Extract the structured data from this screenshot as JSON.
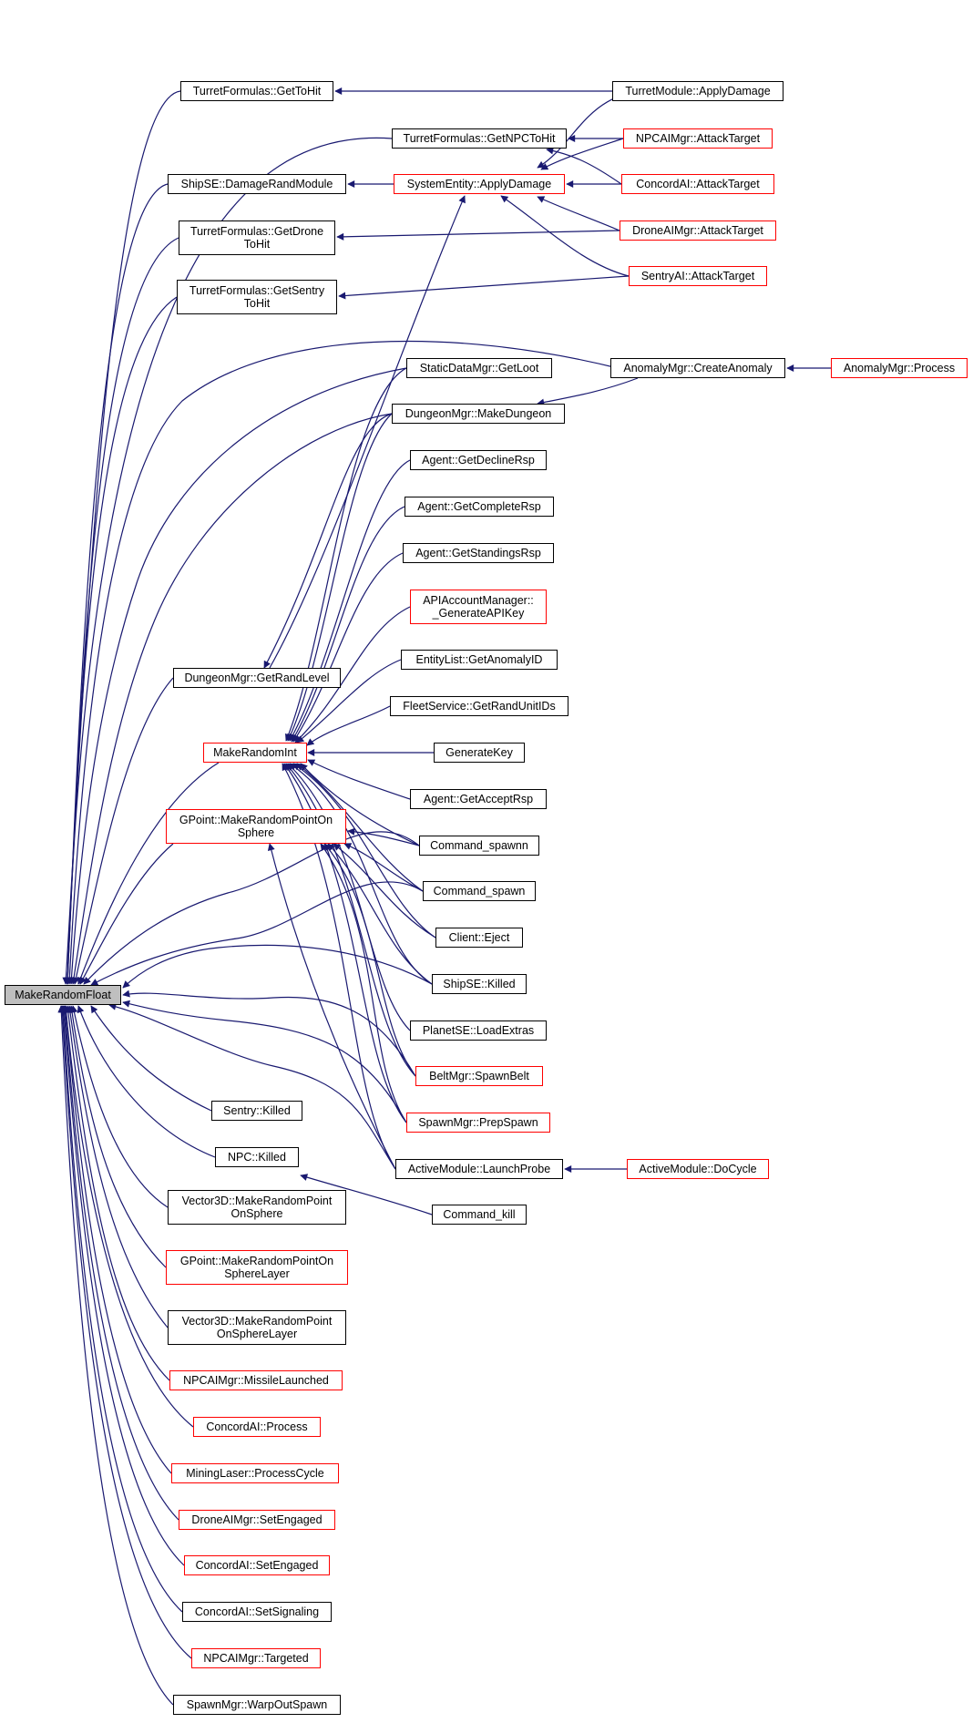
{
  "colors": {
    "edge": "#191970",
    "border_default": "#000000",
    "border_red": "#ff0000",
    "root_fill": "#bfbfbf"
  },
  "nodes": {
    "make_random_float": {
      "label": "MakeRandomFloat"
    },
    "turret_get_to_hit": {
      "label": "TurretFormulas::GetToHit"
    },
    "turret_get_npc_to_hit": {
      "label": "TurretFormulas::GetNPCToHit"
    },
    "ship_damage_rand_module": {
      "label": "ShipSE::DamageRandModule"
    },
    "system_entity_apply_damage": {
      "label": "SystemEntity::ApplyDamage"
    },
    "turret_get_drone_to_hit": {
      "label": "TurretFormulas::GetDrone\nToHit"
    },
    "turret_get_sentry_to_hit": {
      "label": "TurretFormulas::GetSentry\nToHit"
    },
    "turret_module_apply_damage": {
      "label": "TurretModule::ApplyDamage"
    },
    "npcai_attack_target": {
      "label": "NPCAIMgr::AttackTarget"
    },
    "concord_attack_target": {
      "label": "ConcordAI::AttackTarget"
    },
    "droneai_attack_target": {
      "label": "DroneAIMgr::AttackTarget"
    },
    "sentry_attack_target": {
      "label": "SentryAI::AttackTarget"
    },
    "static_data_get_loot": {
      "label": "StaticDataMgr::GetLoot"
    },
    "anomaly_create_anomaly": {
      "label": "AnomalyMgr::CreateAnomaly"
    },
    "anomaly_process": {
      "label": "AnomalyMgr::Process"
    },
    "dungeon_make_dungeon": {
      "label": "DungeonMgr::MakeDungeon"
    },
    "agent_get_decline_rsp": {
      "label": "Agent::GetDeclineRsp"
    },
    "agent_get_complete_rsp": {
      "label": "Agent::GetCompleteRsp"
    },
    "agent_get_standings_rsp": {
      "label": "Agent::GetStandingsRsp"
    },
    "api_generate_api_key": {
      "label": "APIAccountManager::\n_GenerateAPIKey"
    },
    "entity_list_get_anomaly_id": {
      "label": "EntityList::GetAnomalyID"
    },
    "fleet_get_rand_unit_ids": {
      "label": "FleetService::GetRandUnitIDs"
    },
    "dungeon_get_rand_level": {
      "label": "DungeonMgr::GetRandLevel"
    },
    "make_random_int": {
      "label": "MakeRandomInt"
    },
    "generate_key": {
      "label": "GenerateKey"
    },
    "agent_get_accept_rsp": {
      "label": "Agent::GetAcceptRsp"
    },
    "gpoint_make_random_point_on_sphere": {
      "label": "GPoint::MakeRandomPointOn\nSphere"
    },
    "command_spawnn": {
      "label": "Command_spawnn"
    },
    "command_spawn": {
      "label": "Command_spawn"
    },
    "client_eject": {
      "label": "Client::Eject"
    },
    "ship_killed": {
      "label": "ShipSE::Killed"
    },
    "planet_load_extras": {
      "label": "PlanetSE::LoadExtras"
    },
    "belt_spawn_belt": {
      "label": "BeltMgr::SpawnBelt"
    },
    "spawn_prep_spawn": {
      "label": "SpawnMgr::PrepSpawn"
    },
    "sentry_killed": {
      "label": "Sentry::Killed"
    },
    "npc_killed": {
      "label": "NPC::Killed"
    },
    "active_launch_probe": {
      "label": "ActiveModule::LaunchProbe"
    },
    "active_do_cycle": {
      "label": "ActiveModule::DoCycle"
    },
    "command_kill": {
      "label": "Command_kill"
    },
    "vector_make_random_point_on_sphere": {
      "label": "Vector3D::MakeRandomPoint\nOnSphere"
    },
    "gpoint_make_random_point_on_sphere_layer": {
      "label": "GPoint::MakeRandomPointOn\nSphereLayer"
    },
    "vector_make_random_point_on_sphere_layer": {
      "label": "Vector3D::MakeRandomPoint\nOnSphereLayer"
    },
    "npcai_missile_launched": {
      "label": "NPCAIMgr::MissileLaunched"
    },
    "concord_process": {
      "label": "ConcordAI::Process"
    },
    "mining_process_cycle": {
      "label": "MiningLaser::ProcessCycle"
    },
    "droneai_set_engaged": {
      "label": "DroneAIMgr::SetEngaged"
    },
    "concord_set_engaged": {
      "label": "ConcordAI::SetEngaged"
    },
    "concord_set_signaling": {
      "label": "ConcordAI::SetSignaling"
    },
    "npcai_targeted": {
      "label": "NPCAIMgr::Targeted"
    },
    "spawn_warp_out_spawn": {
      "label": "SpawnMgr::WarpOutSpawn"
    }
  }
}
